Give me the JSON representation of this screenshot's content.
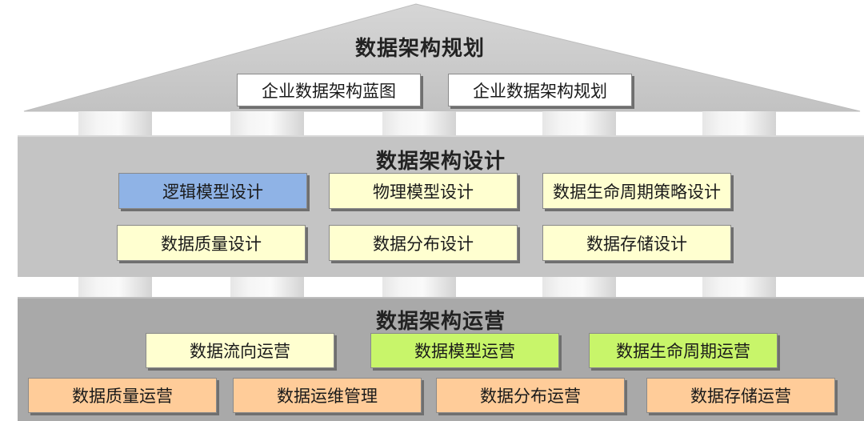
{
  "planning": {
    "title": "数据架构规划",
    "items": [
      "企业数据架构蓝图",
      "企业数据架构规划"
    ]
  },
  "design": {
    "title": "数据架构设计",
    "items": [
      "逻辑模型设计",
      "物理模型设计",
      "数据生命周期策略设计",
      "数据质量设计",
      "数据分布设计",
      "数据存储设计"
    ]
  },
  "operations": {
    "title": "数据架构运营",
    "items": [
      "数据流向运营",
      "数据模型运营",
      "数据生命周期运营",
      "数据质量运营",
      "数据运维管理",
      "数据分布运营",
      "数据存储运营"
    ]
  },
  "colors": {
    "roof": "#c9c9c9",
    "design_band": "#c4c4c4",
    "operations_band": "#a9a9a9",
    "highlight_blue": "#8fb3e6",
    "highlight_green": "#c8f56a",
    "light_yellow": "#ffffd0",
    "orange": "#ffcc99"
  }
}
